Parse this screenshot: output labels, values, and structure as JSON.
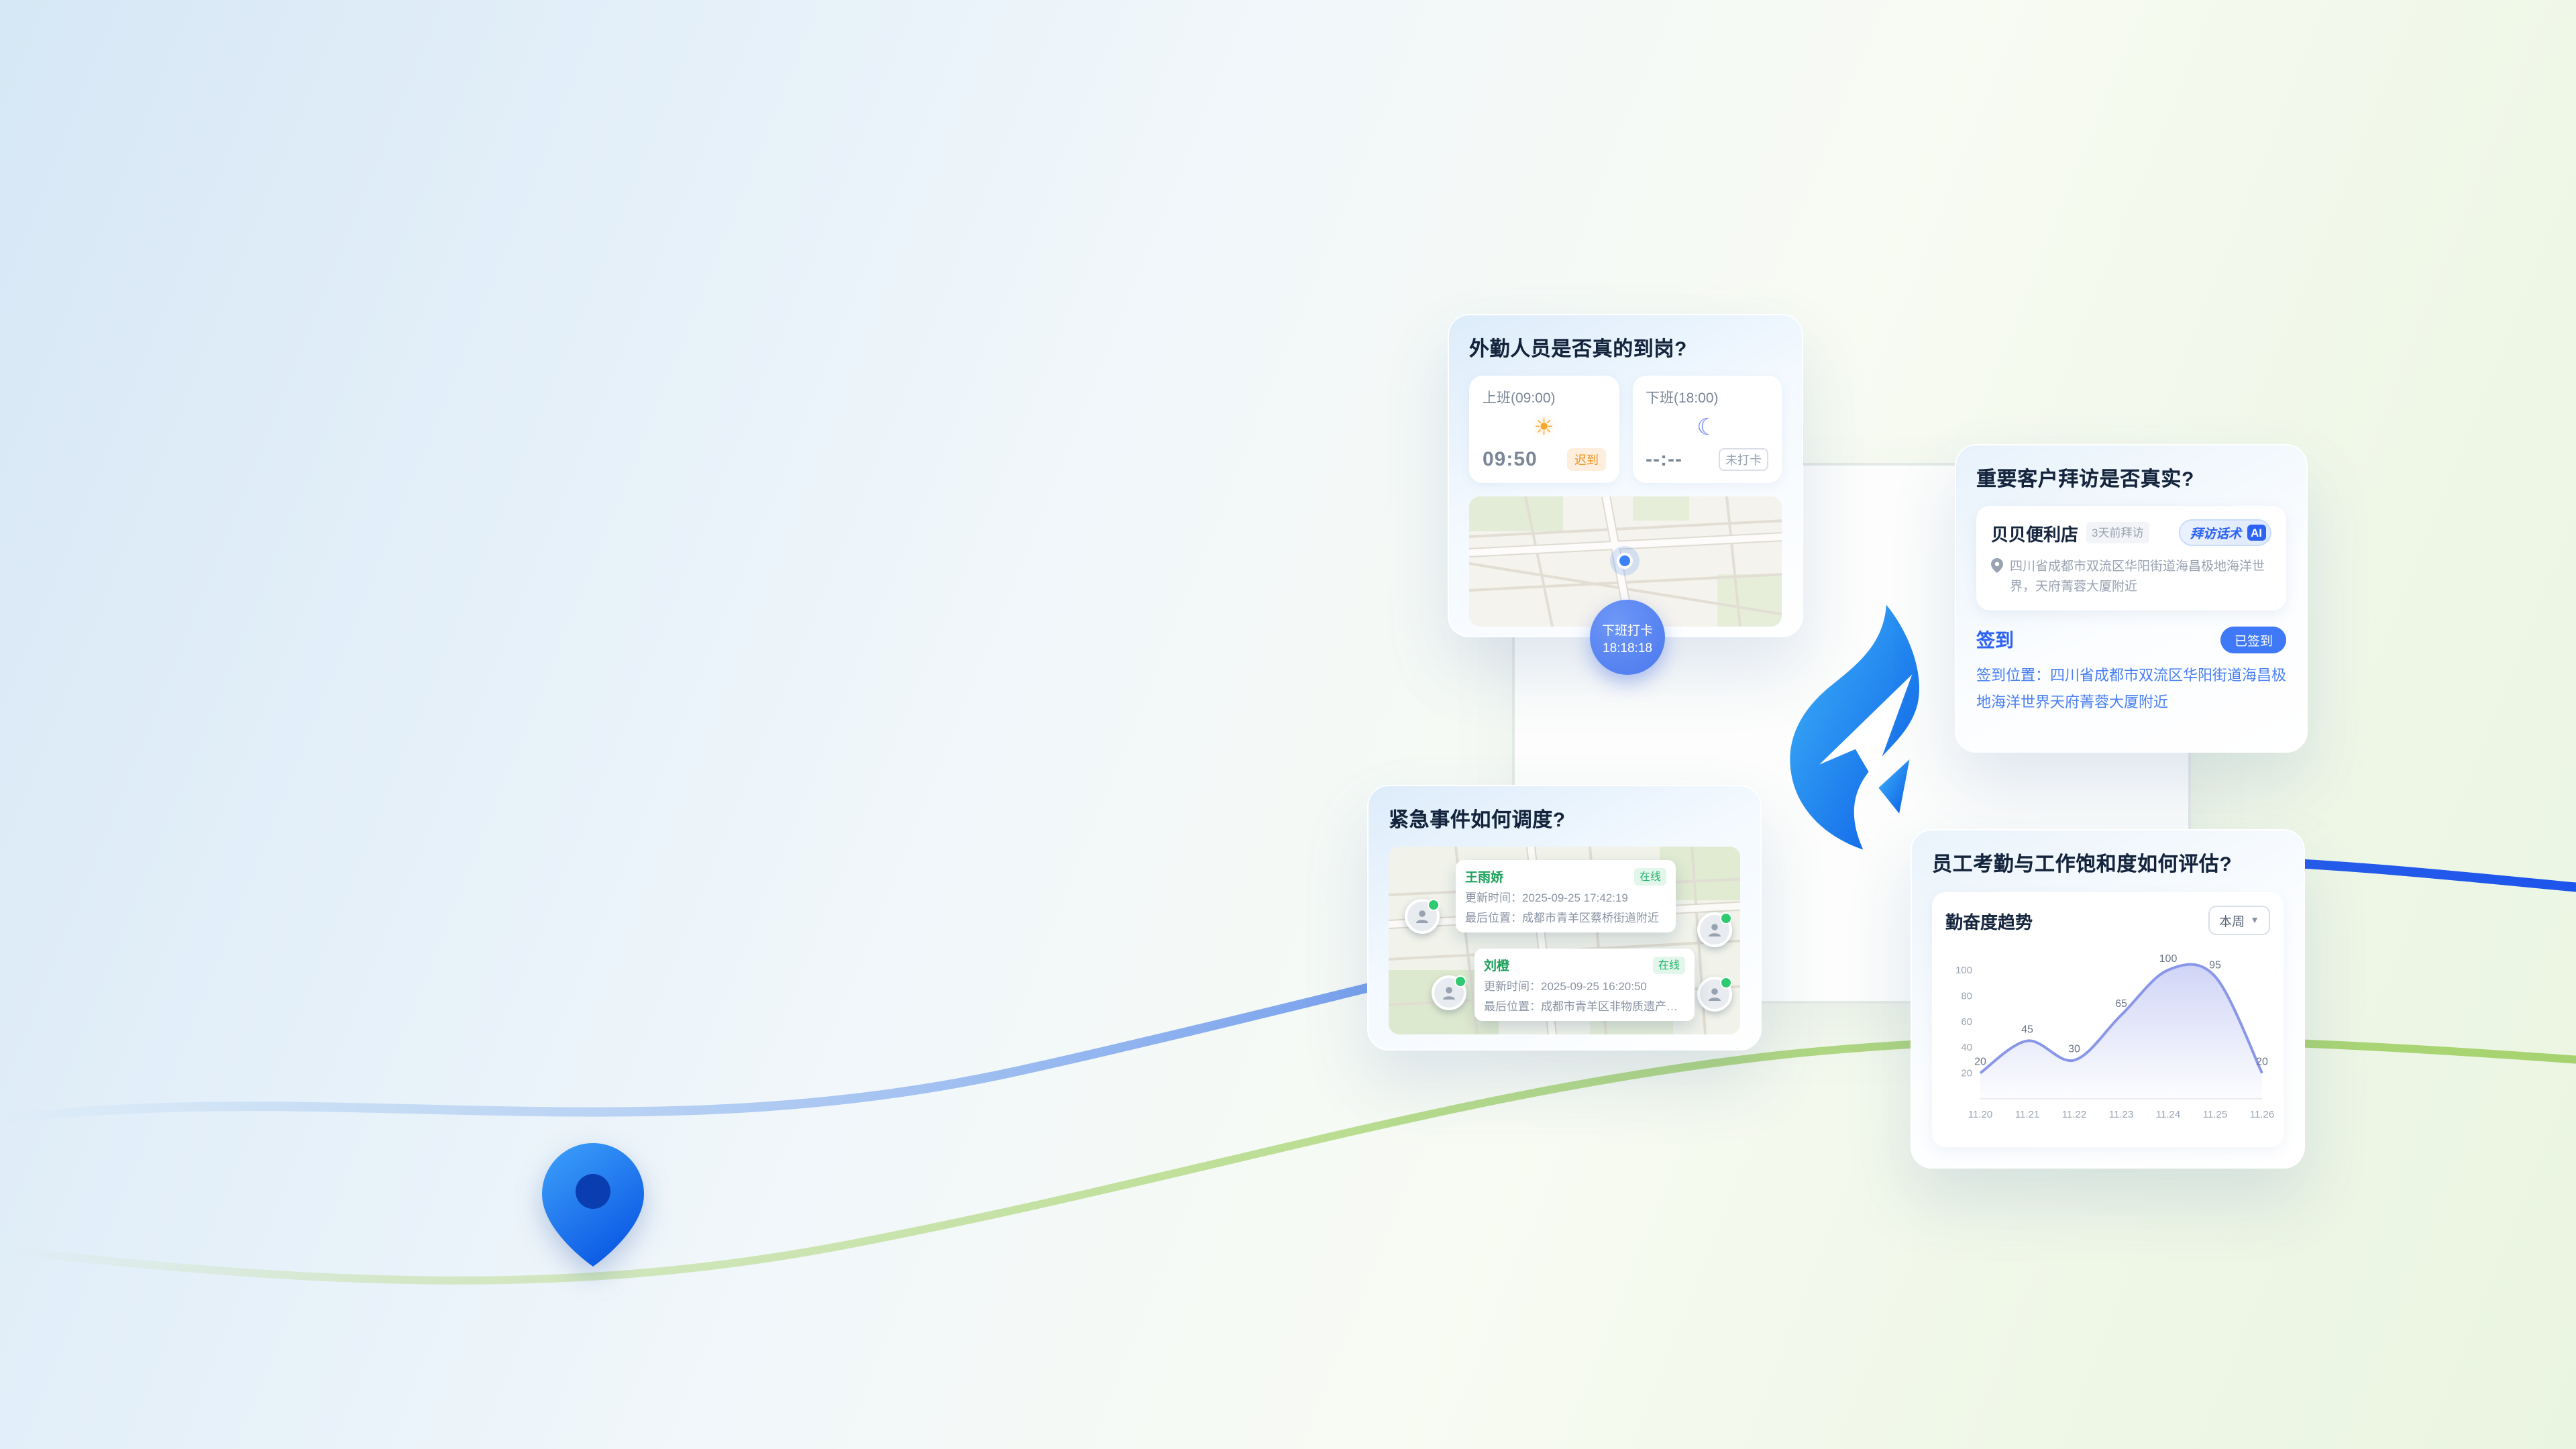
{
  "attendance_card": {
    "title": "外勤人员是否真的到岗?",
    "clock_in": {
      "label": "上班(09:00)",
      "time": "09:50",
      "badge": "迟到"
    },
    "clock_out": {
      "label": "下班(18:00)",
      "time": "--:--",
      "badge": "未打卡"
    },
    "punch_bubble": {
      "action": "下班打卡",
      "time": "18:18:18"
    }
  },
  "visit_card": {
    "title": "重要客户拜访是否真实?",
    "store_name": "贝贝便利店",
    "store_badge": "3天前拜访",
    "ai_pill": {
      "label": "拜访话术",
      "chip": "AI"
    },
    "address": "四川省成都市双流区华阳街道海昌极地海洋世界，天府菁蓉大厦附近",
    "checkin_label": "签到",
    "checkin_badge": "已签到",
    "checkin_location": "签到位置：四川省成都市双流区华阳街道海昌极地海洋世界天府菁蓉大厦附近"
  },
  "dispatch_card": {
    "title": "紧急事件如何调度?",
    "workers": [
      {
        "name": "王雨娇",
        "status": "在线",
        "updated": "更新时间：2025-09-25 17:42:19",
        "location": "最后位置：成都市青羊区蔡桥街道附近"
      },
      {
        "name": "刘橙",
        "status": "在线",
        "updated": "更新时间：2025-09-25 16:20:50",
        "location": "最后位置：成都市青羊区非物质遗产…"
      }
    ]
  },
  "evaluation_card": {
    "title": "员工考勤与工作饱和度如何评估?",
    "trend_title": "勤奋度趋势",
    "range_selector": "本周"
  },
  "chart_data": {
    "type": "area",
    "title": "勤奋度趋势",
    "categories": [
      "11.20",
      "11.21",
      "11.22",
      "11.23",
      "11.24",
      "11.25",
      "11.26"
    ],
    "values": [
      20,
      45,
      30,
      65,
      100,
      95,
      20
    ],
    "ylim": [
      0,
      100
    ],
    "yticks": [
      20,
      40,
      60,
      80,
      100
    ],
    "xlabel": "",
    "ylabel": "",
    "grid": false,
    "legend": false,
    "line_color": "#8a97e8",
    "fill_color": "#aab3ef",
    "label_color": "#6d7689"
  },
  "colors": {
    "accent_blue": "#2d63f4",
    "accent_green": "#27b36b",
    "wave_blue": "#2e62e8",
    "wave_green": "#a6d36f",
    "late_orange": "#ee9420",
    "bubble_blue": "#4a78ee"
  }
}
